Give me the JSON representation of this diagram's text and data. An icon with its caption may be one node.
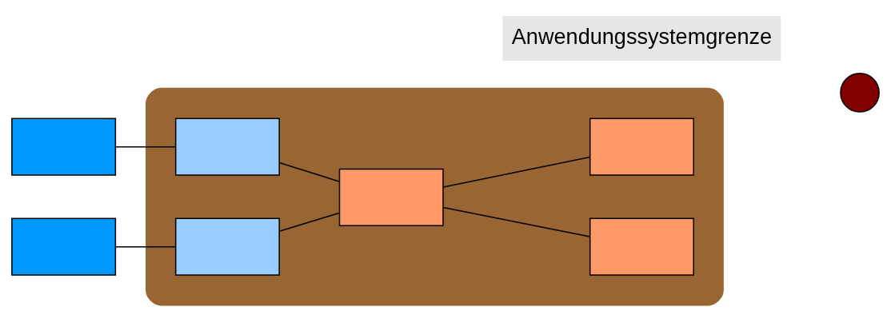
{
  "diagram": {
    "nodes": [
      {
        "text": [],
        "shape": "cloud"
      },
      {
        "text": [],
        "shape": "box"
      },
      {
        "text": [],
        "shape": "box"
      },
      {
        "text": [],
        "shape": "box",
        "in": 0
      },
      {
        "text": [],
        "shape": "box",
        "in": 0
      },
      {
        "text": [],
        "shape": "box",
        "in": 0
      },
      {
        "text": [],
        "shape": "box",
        "in": 0
      },
      {
        "text": [],
        "shape": "box",
        "in": 0
      },
      {
        "text": [],
        "shape": "circle",
        "beside": [
          "Anwendungssystemgrenze"
        ]
      }
    ],
    "edges": [
      {
        "from": 1,
        "to": 3,
        "arrow": "none"
      },
      {
        "from": 2,
        "to": 4,
        "arrow": "none"
      },
      {
        "from": 3,
        "to": 6,
        "arrow": "none"
      },
      {
        "from": 4,
        "to": 6,
        "arrow": "none"
      },
      {
        "from": 6,
        "to": 5,
        "arrow": "none"
      },
      {
        "from": 6,
        "to": 7,
        "arrow": "none"
      }
    ]
  }
}
